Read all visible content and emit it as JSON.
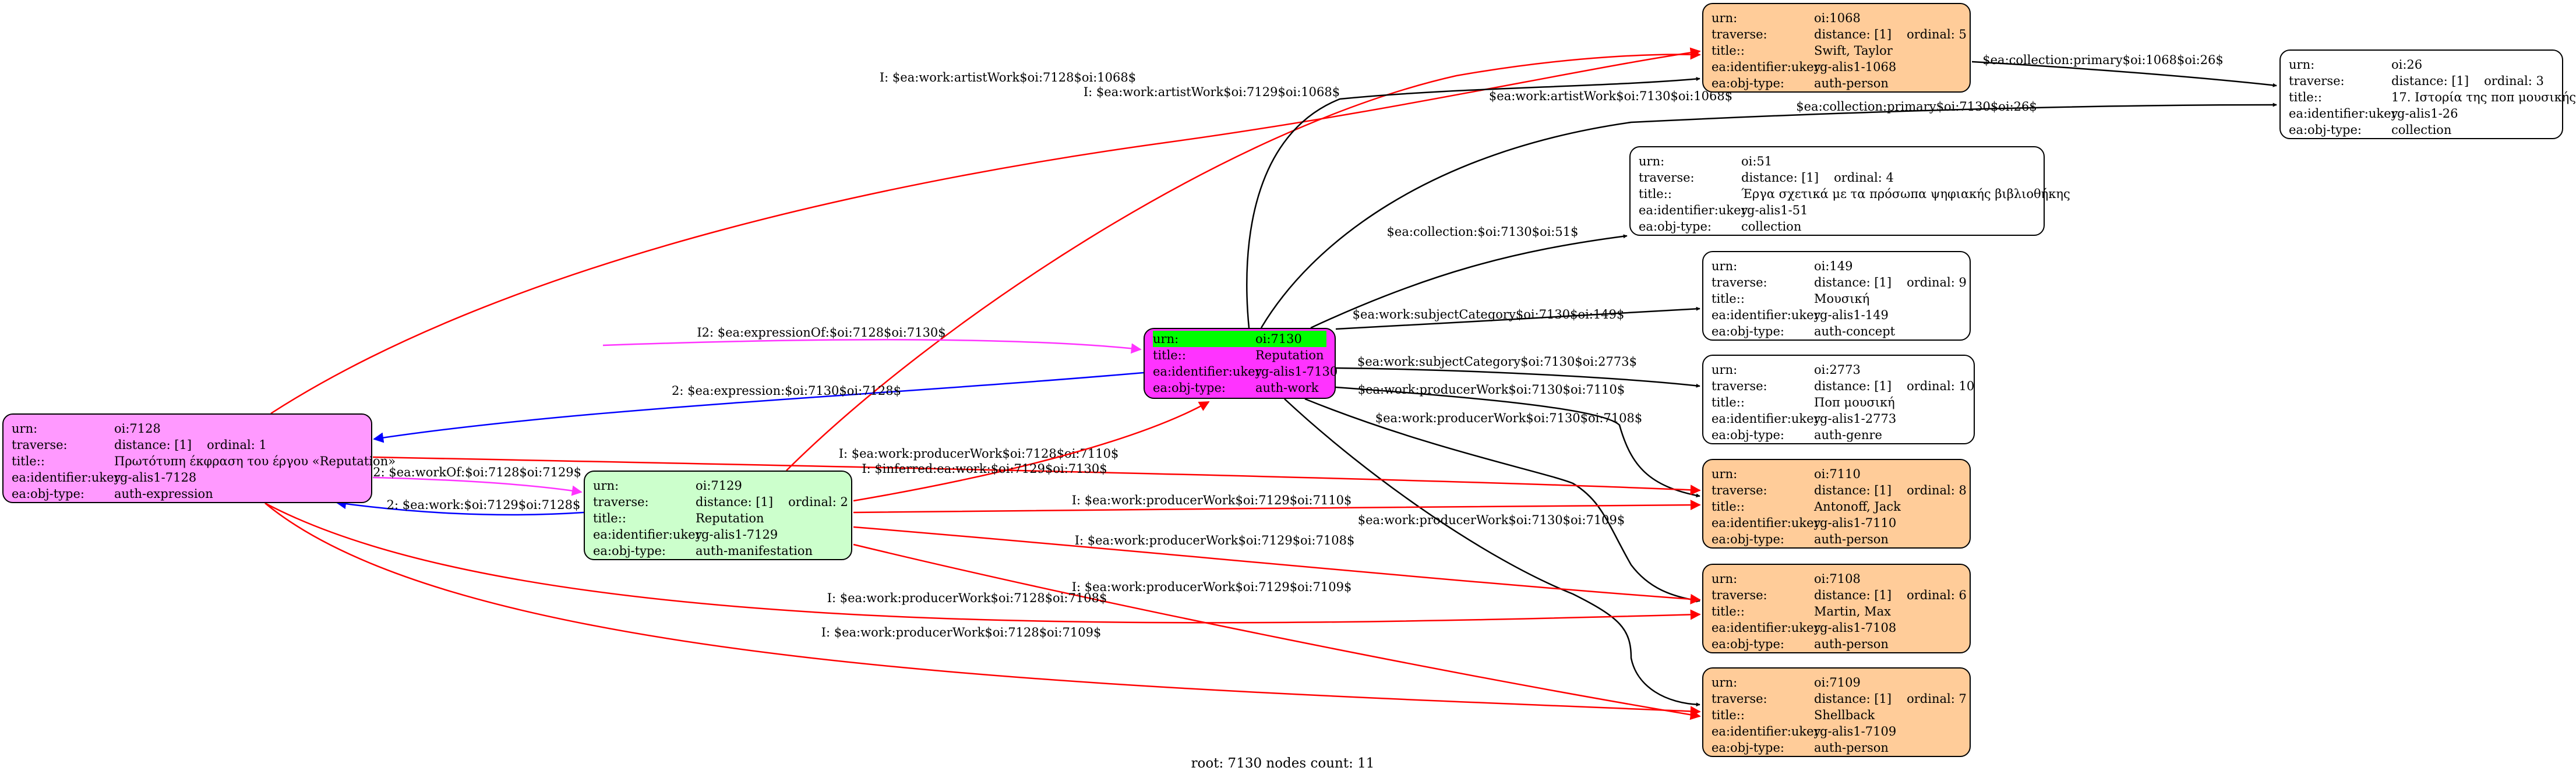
{
  "colors": {
    "root": "#ff33ff",
    "expression": "#ff99ff",
    "manifestation": "#ccffcc",
    "person": "#ffcc99",
    "other": "#ffffff",
    "urn_highlight": "#00ff00",
    "edge_default": "#000000",
    "edge_red": "#ff0000",
    "edge_magenta": "#ff33ff",
    "edge_blue": "#0000ff"
  },
  "nodes": [
    {
      "id": "oi:7130",
      "fill": "#ff33ff",
      "highlight": true,
      "rows": [
        {
          "k": "urn:",
          "v": "oi:7130"
        },
        {
          "k": "title::",
          "v": "Reputation"
        },
        {
          "k": "ea:identifier:ukey",
          "v": "rg-alis1-7130"
        },
        {
          "k": "ea:obj-type:",
          "v": "auth-work"
        }
      ]
    },
    {
      "id": "oi:7128",
      "fill": "#ff99ff",
      "rows": [
        {
          "k": "urn:",
          "v": "oi:7128"
        },
        {
          "k": "traverse:",
          "v": "distance: [1]",
          "o": "ordinal: 1"
        },
        {
          "k": "title::",
          "v": "Πρωτότυπη έκφραση του έργου «Reputation»"
        },
        {
          "k": "ea:identifier:ukey",
          "v": "rg-alis1-7128"
        },
        {
          "k": "ea:obj-type:",
          "v": "auth-expression"
        }
      ]
    },
    {
      "id": "oi:7129",
      "fill": "#ccffcc",
      "rows": [
        {
          "k": "urn:",
          "v": "oi:7129"
        },
        {
          "k": "traverse:",
          "v": "distance: [1]",
          "o": "ordinal: 2"
        },
        {
          "k": "title::",
          "v": "Reputation"
        },
        {
          "k": "ea:identifier:ukey",
          "v": "rg-alis1-7129"
        },
        {
          "k": "ea:obj-type:",
          "v": "auth-manifestation"
        }
      ]
    },
    {
      "id": "oi:1068",
      "fill": "#ffcc99",
      "rows": [
        {
          "k": "urn:",
          "v": "oi:1068"
        },
        {
          "k": "traverse:",
          "v": "distance: [1]",
          "o": "ordinal: 5"
        },
        {
          "k": "title::",
          "v": "Swift, Taylor"
        },
        {
          "k": "ea:identifier:ukey",
          "v": "rg-alis1-1068"
        },
        {
          "k": "ea:obj-type:",
          "v": "auth-person"
        }
      ]
    },
    {
      "id": "oi:26",
      "fill": "#ffffff",
      "rows": [
        {
          "k": "urn:",
          "v": "oi:26"
        },
        {
          "k": "traverse:",
          "v": "distance: [1]",
          "o": "ordinal: 3"
        },
        {
          "k": "title::",
          "v": "17. Ιστορία της ποπ μουσικής"
        },
        {
          "k": "ea:identifier:ukey",
          "v": "rg-alis1-26"
        },
        {
          "k": "ea:obj-type:",
          "v": "collection"
        }
      ]
    },
    {
      "id": "oi:51",
      "fill": "#ffffff",
      "rows": [
        {
          "k": "urn:",
          "v": "oi:51"
        },
        {
          "k": "traverse:",
          "v": "distance: [1]",
          "o": "ordinal: 4"
        },
        {
          "k": "title::",
          "v": "Έργα σχετικά με τα πρόσωπα ψηφιακής βιβλιοθήκης"
        },
        {
          "k": "ea:identifier:ukey",
          "v": "rg-alis1-51"
        },
        {
          "k": "ea:obj-type:",
          "v": "collection"
        }
      ]
    },
    {
      "id": "oi:149",
      "fill": "#ffffff",
      "rows": [
        {
          "k": "urn:",
          "v": "oi:149"
        },
        {
          "k": "traverse:",
          "v": "distance: [1]",
          "o": "ordinal: 9"
        },
        {
          "k": "title::",
          "v": "Μουσική"
        },
        {
          "k": "ea:identifier:ukey",
          "v": "rg-alis1-149"
        },
        {
          "k": "ea:obj-type:",
          "v": "auth-concept"
        }
      ]
    },
    {
      "id": "oi:2773",
      "fill": "#ffffff",
      "rows": [
        {
          "k": "urn:",
          "v": "oi:2773"
        },
        {
          "k": "traverse:",
          "v": "distance: [1]",
          "o": "ordinal: 10"
        },
        {
          "k": "title::",
          "v": "Ποπ μουσική"
        },
        {
          "k": "ea:identifier:ukey",
          "v": "rg-alis1-2773"
        },
        {
          "k": "ea:obj-type:",
          "v": "auth-genre"
        }
      ]
    },
    {
      "id": "oi:7110",
      "fill": "#ffcc99",
      "rows": [
        {
          "k": "urn:",
          "v": "oi:7110"
        },
        {
          "k": "traverse:",
          "v": "distance: [1]",
          "o": "ordinal: 8"
        },
        {
          "k": "title::",
          "v": "Antonoff, Jack"
        },
        {
          "k": "ea:identifier:ukey",
          "v": "rg-alis1-7110"
        },
        {
          "k": "ea:obj-type:",
          "v": "auth-person"
        }
      ]
    },
    {
      "id": "oi:7108",
      "fill": "#ffcc99",
      "rows": [
        {
          "k": "urn:",
          "v": "oi:7108"
        },
        {
          "k": "traverse:",
          "v": "distance: [1]",
          "o": "ordinal: 6"
        },
        {
          "k": "title::",
          "v": "Martin, Max"
        },
        {
          "k": "ea:identifier:ukey",
          "v": "rg-alis1-7108"
        },
        {
          "k": "ea:obj-type:",
          "v": "auth-person"
        }
      ]
    },
    {
      "id": "oi:7109",
      "fill": "#ffcc99",
      "rows": [
        {
          "k": "urn:",
          "v": "oi:7109"
        },
        {
          "k": "traverse:",
          "v": "distance: [1]",
          "o": "ordinal: 7"
        },
        {
          "k": "title::",
          "v": "Shellback"
        },
        {
          "k": "ea:identifier:ukey",
          "v": "rg-alis1-7109"
        },
        {
          "k": "ea:obj-type:",
          "v": "auth-person"
        }
      ]
    }
  ],
  "edges": [
    {
      "label": "I: $ea:work:artistWork$oi:7128$oi:1068$",
      "color": "#ff0000"
    },
    {
      "label": "I: $ea:work:artistWork$oi:7129$oi:1068$",
      "color": "#ff0000"
    },
    {
      "label": "$ea:work:artistWork$oi:7130$oi:1068$",
      "color": "#000000"
    },
    {
      "label": "$ea:collection:primary$oi:1068$oi:26$",
      "color": "#000000"
    },
    {
      "label": "$ea:collection:primary$oi:7130$oi:26$",
      "color": "#000000"
    },
    {
      "label": "$ea:collection:$oi:7130$oi:51$",
      "color": "#000000"
    },
    {
      "label": "$ea:work:subjectCategory$oi:7130$oi:149$",
      "color": "#000000"
    },
    {
      "label": "$ea:work:subjectCategory$oi:7130$oi:2773$",
      "color": "#000000"
    },
    {
      "label": "I2: $ea:expressionOf:$oi:7128$oi:7130$",
      "color": "#ff33ff"
    },
    {
      "label": "2: $ea:expression:$oi:7130$oi:7128$",
      "color": "#0000ff"
    },
    {
      "label": "$ea:work:producerWork$oi:7130$oi:7110$",
      "color": "#000000"
    },
    {
      "label": "$ea:work:producerWork$oi:7130$oi:7108$",
      "color": "#000000"
    },
    {
      "label": "$ea:work:producerWork$oi:7130$oi:7109$",
      "color": "#000000"
    },
    {
      "label": "I: $ea:work:producerWork$oi:7128$oi:7110$",
      "color": "#ff0000"
    },
    {
      "label": "I: $inferred:ea:work:$oi:7129$oi:7130$",
      "color": "#ff0000"
    },
    {
      "label": "I2: $ea:workOf:$oi:7128$oi:7129$",
      "color": "#ff33ff"
    },
    {
      "label": "2: $ea:work:$oi:7129$oi:7128$",
      "color": "#0000ff"
    },
    {
      "label": "I: $ea:work:producerWork$oi:7129$oi:7110$",
      "color": "#ff0000"
    },
    {
      "label": "I: $ea:work:producerWork$oi:7129$oi:7108$",
      "color": "#ff0000"
    },
    {
      "label": "I: $ea:work:producerWork$oi:7129$oi:7109$",
      "color": "#ff0000"
    },
    {
      "label": "I: $ea:work:producerWork$oi:7128$oi:7108$",
      "color": "#ff0000"
    },
    {
      "label": "I: $ea:work:producerWork$oi:7128$oi:7109$",
      "color": "#ff0000"
    }
  ],
  "footer": "root: 7130 nodes count: 11"
}
